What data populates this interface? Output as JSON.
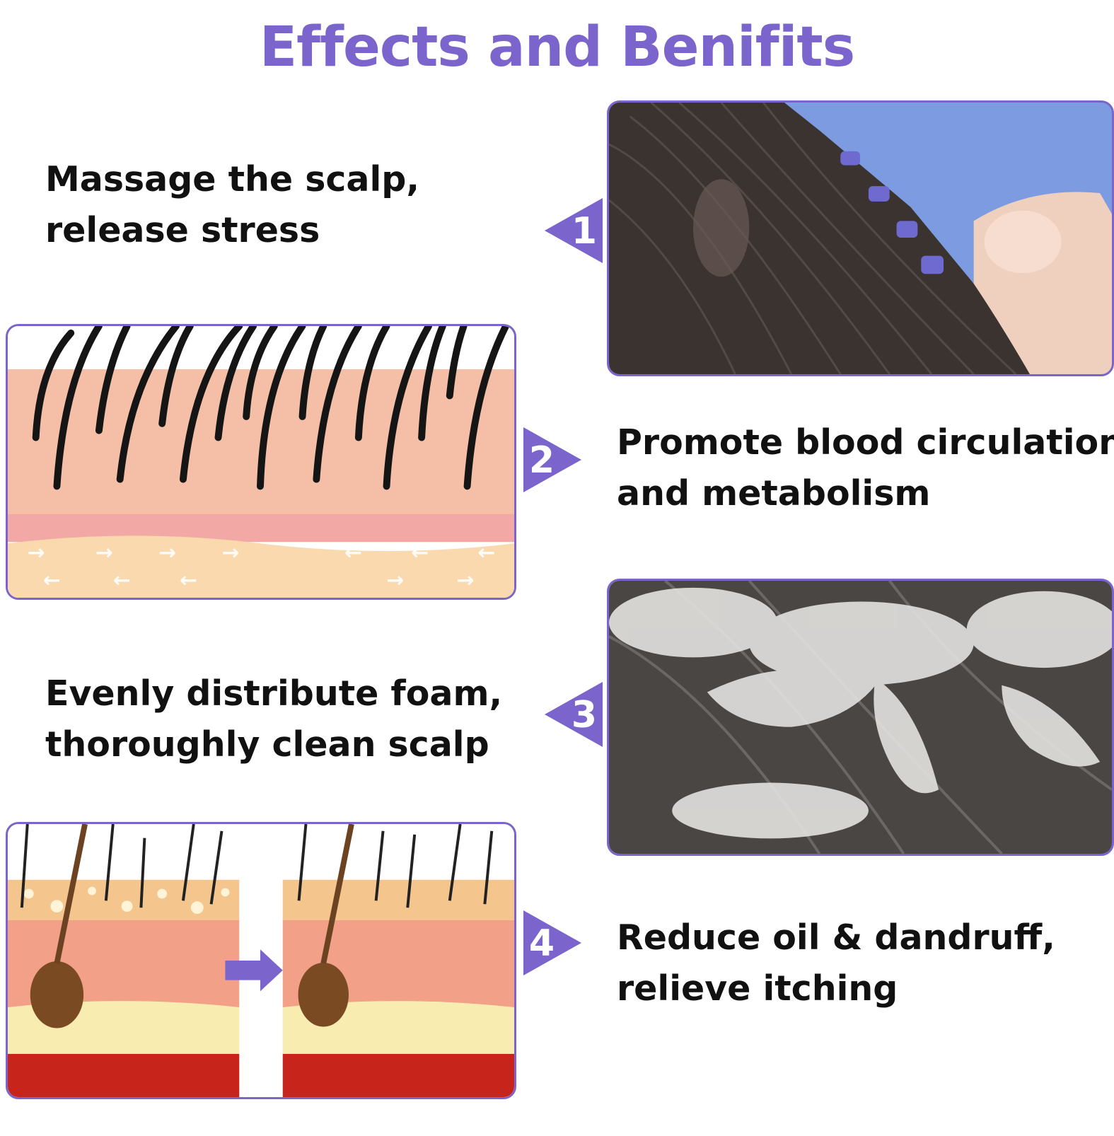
{
  "title": "Effects and Benifits",
  "accent_color": "#7b64cc",
  "benefits": [
    {
      "number": "1",
      "line1": "Massage the scalp,",
      "line2": "release stress",
      "icon": "scalp-massage-photo"
    },
    {
      "number": "2",
      "line1": "Promote blood circulation",
      "line2": "and metabolism",
      "icon": "hair-follicle-diagram"
    },
    {
      "number": "3",
      "line1": "Evenly distribute foam,",
      "line2": "thoroughly clean scalp",
      "icon": "shampoo-foam-photo"
    },
    {
      "number": "4",
      "line1": "Reduce oil & dandruff,",
      "line2": "relieve itching",
      "icon": "scalp-before-after-diagram"
    }
  ]
}
